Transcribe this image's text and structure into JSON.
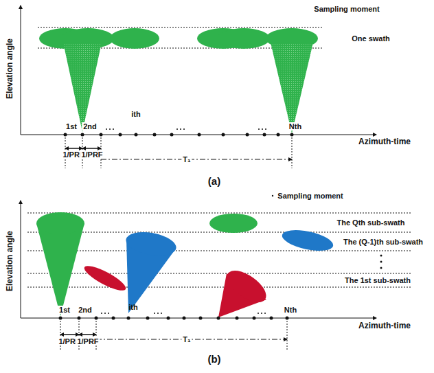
{
  "diagram": {
    "labels": [
      "Sampling moment",
      "One swath",
      "Elevation angle",
      "1st",
      "2nd",
      "ith",
      "Nth",
      "Azimuth-time",
      "1/PRF",
      "1/PRF",
      "T₁",
      "(a)",
      "Sampling moment",
      "The Qth sub-swath",
      "The (Q-1)th sub-swath",
      "The 1st sub-swath",
      "Elevation angle",
      "1st",
      "2nd",
      "ith",
      "Nth",
      "Azimuth-time",
      "1/PRF",
      "1/PRF",
      "T₁",
      "(b)"
    ]
  }
}
